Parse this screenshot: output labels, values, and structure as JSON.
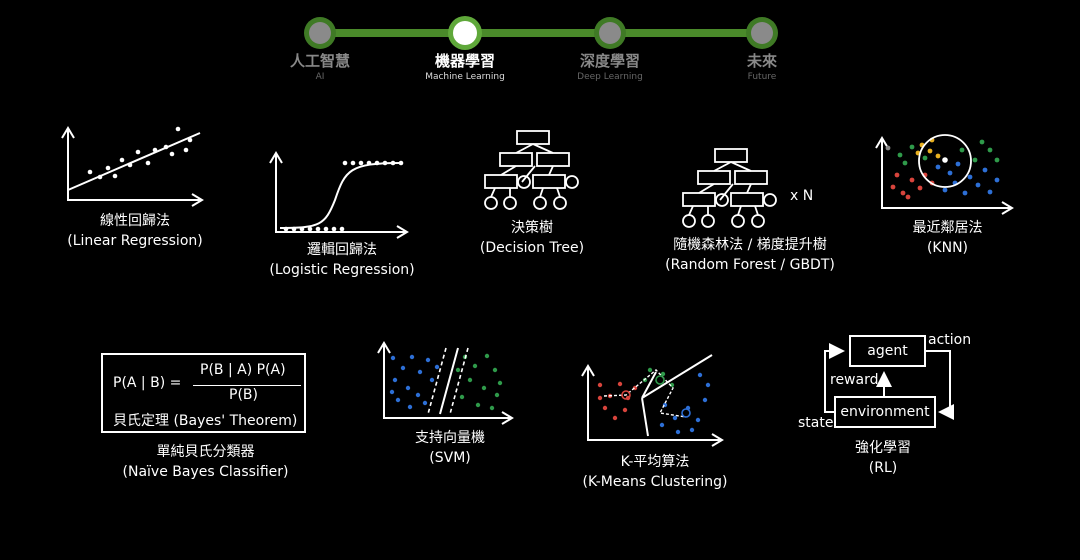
{
  "timeline": {
    "stages": [
      {
        "title": "人工智慧",
        "subtitle": "AI",
        "active": false
      },
      {
        "title": "機器學習",
        "subtitle": "Machine Learning",
        "active": true
      },
      {
        "title": "深度學習",
        "subtitle": "Deep Learning",
        "active": false
      },
      {
        "title": "未來",
        "subtitle": "Future",
        "active": false
      }
    ],
    "track_color": "#4a8a2a",
    "node_color": "#5fa83a"
  },
  "algorithms": {
    "linear_regression": {
      "zh": "線性回歸法",
      "en": "(Linear Regression)"
    },
    "logistic_regression": {
      "zh": "邏輯回歸法",
      "en": "(Logistic Regression)"
    },
    "decision_tree": {
      "zh": "決策樹",
      "en": "(Decision Tree)"
    },
    "random_forest": {
      "zh": "隨機森林法 / 梯度提升樹",
      "en": "(Random Forest / GBDT)",
      "multiplier": "x N"
    },
    "knn": {
      "zh": "最近鄰居法",
      "en": "(KNN)"
    },
    "naive_bayes": {
      "zh": "單純貝氏分類器",
      "en": "(Naïve Bayes Classifier)",
      "formula": {
        "lhs": "P(A | B) =",
        "numerator": "P(B | A) P(A)",
        "denominator": "P(B)",
        "name": "貝氏定理 (Bayes' Theorem)"
      }
    },
    "svm": {
      "zh": "支持向量機",
      "en": "(SVM)"
    },
    "kmeans": {
      "zh": "K-平均算法",
      "en": "(K-Means Clustering)"
    },
    "rl": {
      "zh": "強化學習",
      "en": "(RL)",
      "agent": "agent",
      "environment": "environment",
      "action": "action",
      "reward": "reward",
      "state": "state"
    }
  },
  "colors": {
    "red": "#d8443c",
    "blue": "#2d6fd6",
    "green": "#2f9a4a",
    "yellow": "#e8b020",
    "white": "#ffffff"
  }
}
